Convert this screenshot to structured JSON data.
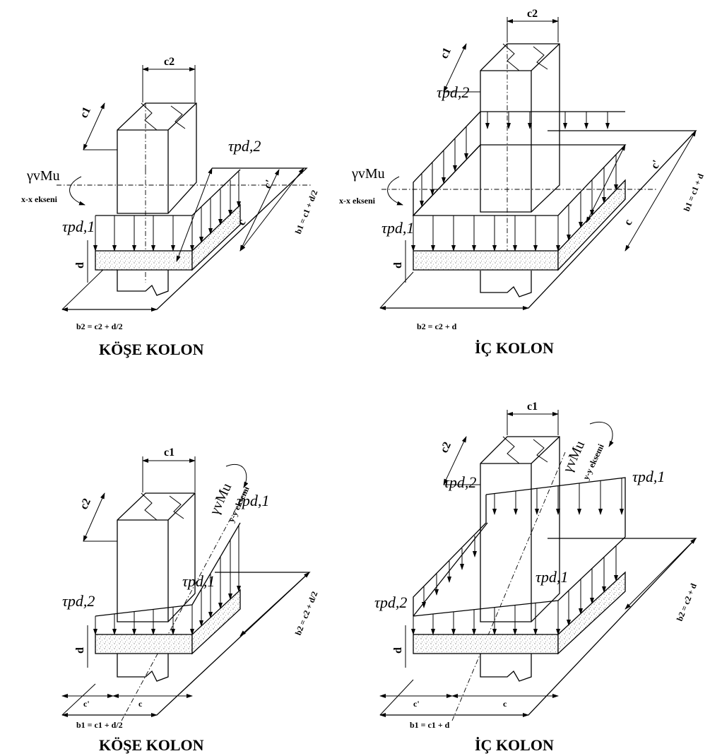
{
  "panels": {
    "top_left": {
      "title": "KÖŞE KOLON",
      "c_top": "c2",
      "c_side": "c1",
      "tau_front": "τpd,1",
      "tau_side": "τpd,2",
      "moment": "γvMu",
      "axis": "x-x ekseni",
      "c_prime": "c'",
      "c": "c",
      "d": "d",
      "b_bottom": "b2 = c2 + d/2",
      "b_side": "b1 = c1 + d/2"
    },
    "top_right": {
      "title": "İÇ KOLON",
      "c_top": "c2",
      "c_side": "c1",
      "tau_front": "τpd,1",
      "tau_back": "τpd,2",
      "moment": "γvMu",
      "axis": "x-x ekseni",
      "c_prime": "c'",
      "c": "c",
      "d": "d",
      "b_bottom": "b2 = c2 + d",
      "b_side": "b1 = c1 + d"
    },
    "bottom_left": {
      "title": "KÖŞE KOLON",
      "c_top": "c1",
      "c_side": "c2",
      "tau_left": "τpd,2",
      "tau_mid": "τpd,1",
      "tau_right": "τpd,1",
      "moment": "γvMu",
      "axis": "y-y eksemi",
      "c_prime": "c'",
      "c": "c",
      "d": "d",
      "b_bottom": "b1 = c1 + d/2",
      "b_side": "b2 = c2 + d/2"
    },
    "bottom_right": {
      "title": "İÇ KOLON",
      "c_top": "c1",
      "c_side": "c2",
      "tau_left": "τpd,2",
      "tau_back_left": "τpd,2",
      "tau_mid": "τpd,1",
      "tau_right": "τpd,1",
      "moment": "γvMu",
      "axis": "y-y eksemi",
      "c_prime": "c'",
      "c": "c",
      "d": "d",
      "b_bottom": "b1 = c1 + d",
      "b_side": "b2 = c2 + d"
    }
  }
}
